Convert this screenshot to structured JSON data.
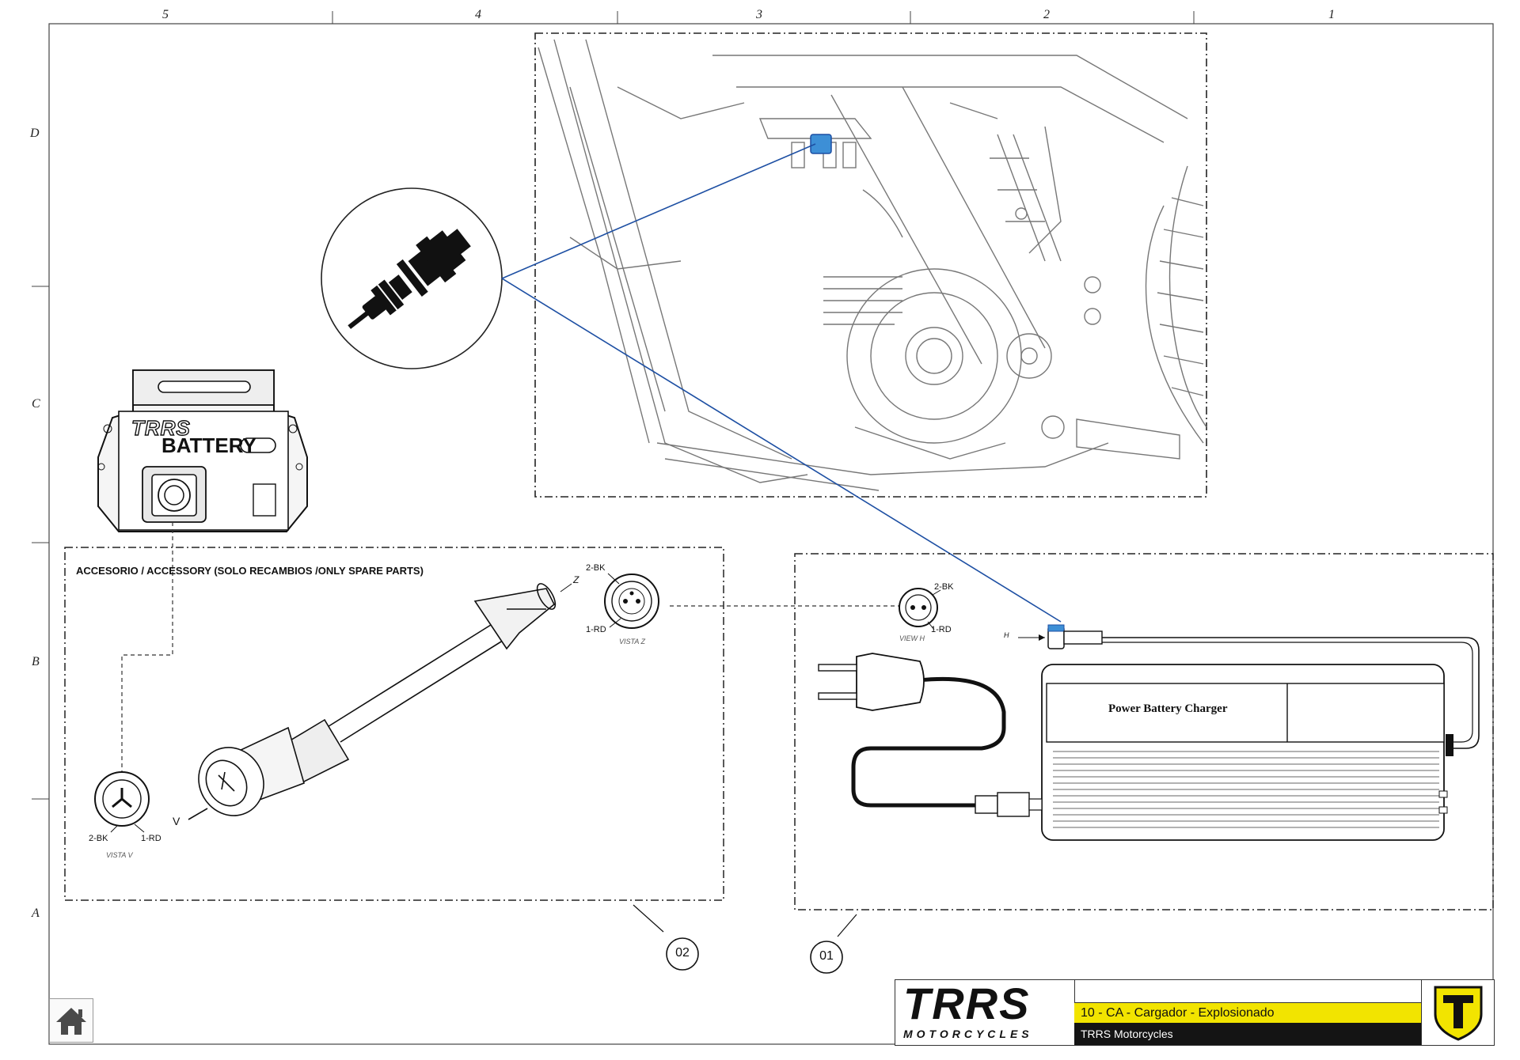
{
  "grid": {
    "columns": [
      "5",
      "4",
      "3",
      "2",
      "1"
    ],
    "rows": [
      "D",
      "C",
      "B",
      "A"
    ]
  },
  "battery": {
    "brand": "TRRS",
    "label": "BATTERY"
  },
  "accessory_panel": {
    "title": "ACCESORIO / ACCESSORY (SOLO RECAMBIOS /ONLY SPARE PARTS)",
    "callout": "02",
    "view_v": {
      "label": "VISTA  V",
      "pin_bk": "2-BK",
      "pin_rd": "1-RD",
      "arrow": "V"
    },
    "view_z": {
      "label": "VISTA Z",
      "pin_bk": "2-BK",
      "pin_rd": "1-RD",
      "arrow": "Z"
    }
  },
  "charger_panel": {
    "callout": "01",
    "charger_label": "Power Battery Charger",
    "view_h": {
      "label": "VIEW H",
      "pin_bk": "2-BK",
      "pin_rd": "1-RD",
      "arrow": "H"
    }
  },
  "title_block": {
    "logo_main": "TRRS",
    "logo_sub": "MOTORCYCLES",
    "drawing_title": "10 - CA - Cargador - Explosionado",
    "company": "TRRS Motorcycles"
  },
  "colors": {
    "accent_yellow": "#f2e400",
    "leader_blue": "#1d4fa3",
    "connector_blue": "#3d8fd6",
    "ink": "#111111"
  },
  "icons": [
    "home-icon",
    "trrs-emblem-icon"
  ]
}
